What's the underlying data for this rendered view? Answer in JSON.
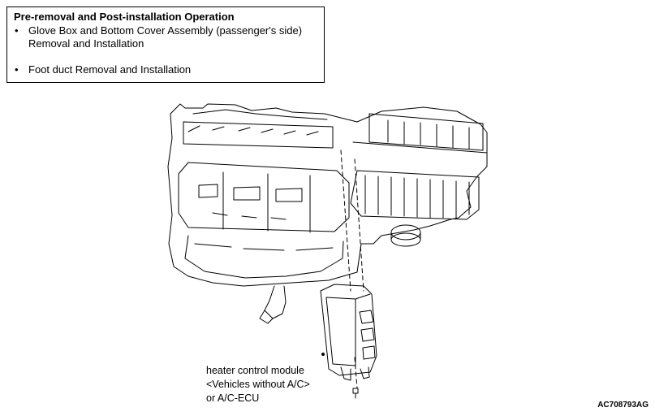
{
  "note": {
    "title": "Pre-removal and Post-installation Operation",
    "items": [
      "Glove Box and Bottom Cover Assembly (passenger's side) Removal and Installation",
      "Foot duct Removal and Installation"
    ],
    "bullet": "•"
  },
  "diagram": {
    "callout_lines": [
      "heater control module",
      "<Vehicles without A/C>",
      "or A/C-ECU"
    ],
    "figure_id": "AC708793AG"
  }
}
